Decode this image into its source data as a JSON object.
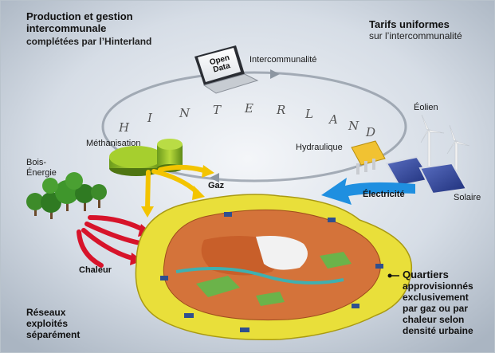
{
  "top_left": {
    "title_line1": "Production et gestion",
    "title_line2": "intercommunale",
    "subtitle": "complétées par l’Hinterland"
  },
  "top_right": {
    "title": "Tarifs uniformes",
    "subtitle": "sur l’intercommunalité"
  },
  "laptop": {
    "screen_line1": "Open",
    "screen_line2": "Data",
    "label": "Intercommunalité"
  },
  "hinterland_letters": [
    "H",
    "I",
    "N",
    "T",
    "E",
    "R",
    "L",
    "A",
    "N",
    "D"
  ],
  "sources": {
    "eolien": "Éolien",
    "hydraulique": "Hydraulique",
    "solaire": "Solaire",
    "electricite": "Électricité",
    "methanisation": "Méthanisation",
    "gaz": "Gaz",
    "bois_line1": "Bois-",
    "bois_line2": "Énergie",
    "chaleur": "Chaleur"
  },
  "bottom_left": {
    "line1": "Réseaux",
    "line2": "exploités",
    "line3": "séparément"
  },
  "bottom_right": {
    "title": "Quartiers",
    "line1": "approvisionnés",
    "line2": "exclusivement",
    "line3": "par gaz ou par",
    "line4": "chaleur selon",
    "line5": "densité urbaine"
  },
  "colors": {
    "gas_arrow": "#f3c400",
    "heat_arrow": "#d7132a",
    "electric_arrow": "#1f8fe0",
    "district_yellow": "#e9df3a",
    "district_orange": "#d4733a"
  }
}
